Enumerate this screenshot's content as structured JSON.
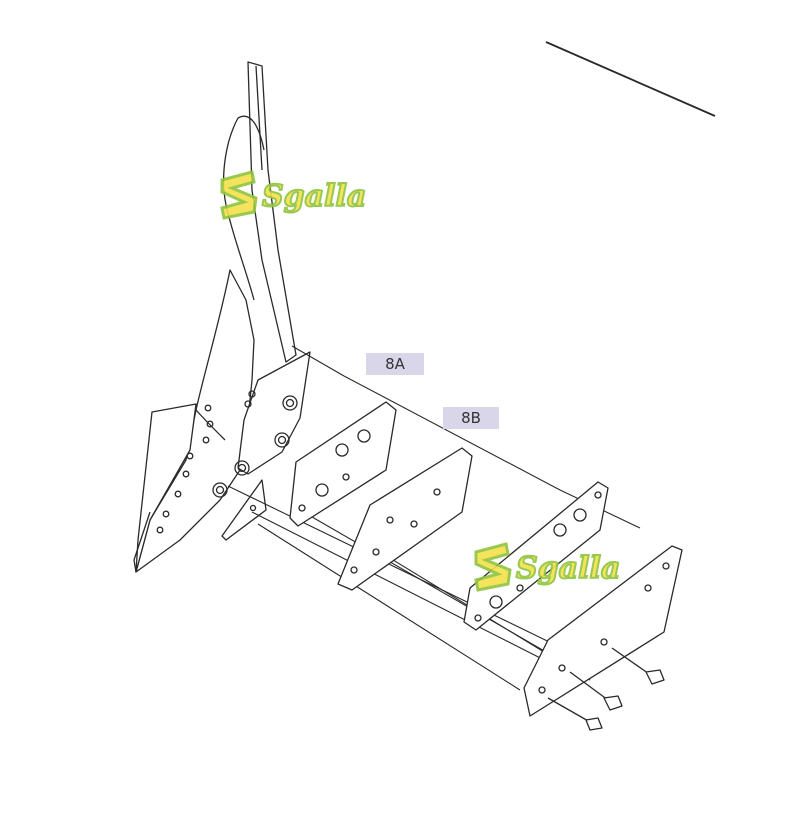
{
  "labels": {
    "part_a": "8A",
    "part_b": "8B"
  },
  "watermark": {
    "text": "Sgalla",
    "colors": {
      "green": "#8fc43f",
      "yellow": "#f3e04a",
      "outline": "#2f6b1f"
    }
  },
  "colors": {
    "line": "#2a2a2a",
    "label_bg": "#d8d6e8"
  }
}
